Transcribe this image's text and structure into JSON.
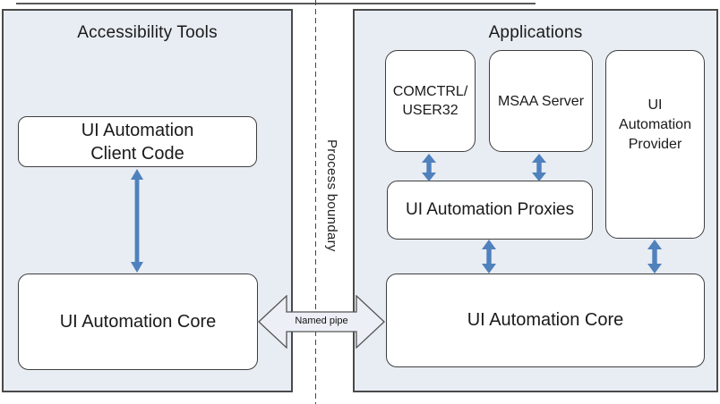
{
  "diagram": {
    "left_panel": {
      "title": "Accessibility Tools"
    },
    "right_panel": {
      "title": "Applications"
    },
    "boxes": {
      "client_code": {
        "line1": "UI Automation",
        "line2": "Client Code"
      },
      "left_core": {
        "label": "UI Automation Core"
      },
      "comctrl": {
        "line1": "COMCTRL/",
        "line2": "USER32"
      },
      "msaa": {
        "label": "MSAA Server"
      },
      "provider": {
        "line1": "UI",
        "line2": "Automation",
        "line3": "Provider"
      },
      "proxies": {
        "label": "UI Automation Proxies"
      },
      "right_core": {
        "label": "UI Automation Core"
      }
    },
    "labels": {
      "named_pipe": "Named pipe",
      "process_boundary": "Process boundary"
    },
    "colors": {
      "arrow_blue": "#4F81BD",
      "panel_fill": "#E8ECF3",
      "panel_border": "#4A4A4A",
      "box_border": "#3F3F3F",
      "connector_fill": "#ECF0F6",
      "dashed_line": "#444444"
    }
  }
}
